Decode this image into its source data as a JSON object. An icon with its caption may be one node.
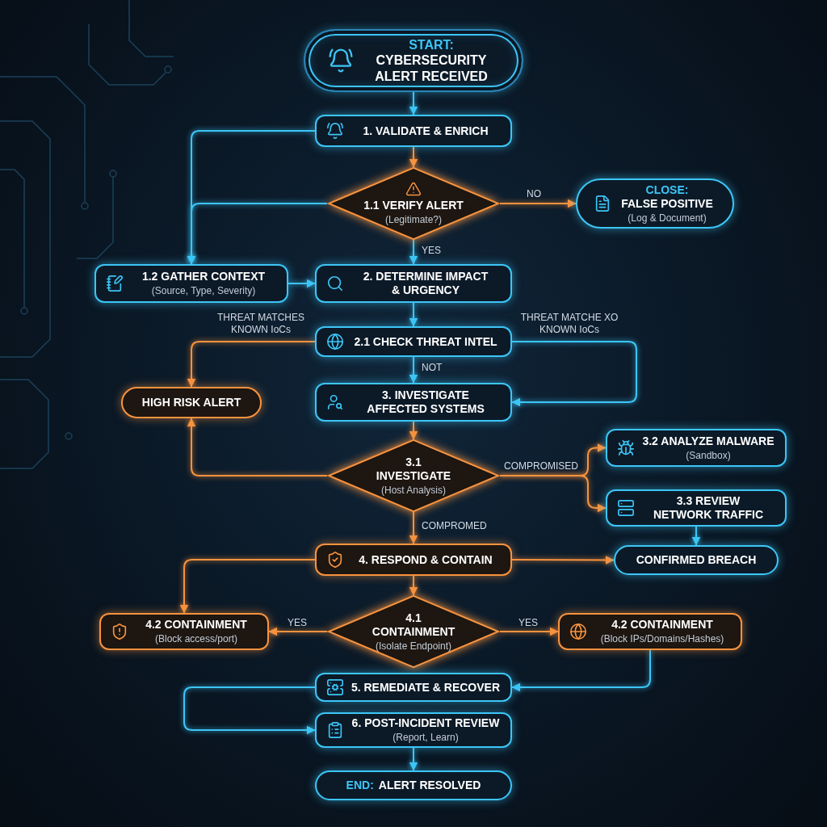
{
  "diagram": {
    "nodes": [
      {
        "text": [
          "START:",
          "CYBERSECURITY ALERT RECEIVED"
        ]
      },
      {
        "text": [
          "1. VALIDATE & ENRICH"
        ]
      },
      {
        "text": [
          "1.1 VERIFY ALERT",
          "(Legitimate?)"
        ]
      },
      {
        "text": [
          "CLOSE:",
          "FALSE POSITIVE",
          "(Log & Document)"
        ]
      },
      {
        "text": [
          "1.2 GATHER CONTEXT",
          "(Source, Type, Severity)"
        ]
      },
      {
        "text": [
          "2. DETERMINE IMPACT & URGENCY"
        ]
      },
      {
        "text": [
          "2.1 CHECK THREAT INTEL"
        ]
      },
      {
        "text": [
          "HIGH RISK ALERT"
        ]
      },
      {
        "text": [
          "3. INVESTIGATE AFFECTED SYSTEMS"
        ]
      },
      {
        "text": [
          "3.1 INVESTIGATE",
          "(Host Analysis)"
        ]
      },
      {
        "text": [
          "3.2 ANALYZE MALWARE",
          "(Sandbox)"
        ]
      },
      {
        "text": [
          "3.3 REVIEW NETWORK TRAFFIC"
        ]
      },
      {
        "text": [
          "4. RESPOND & CONTAIN"
        ]
      },
      {
        "text": [
          "CONFIRMED BREACH"
        ]
      },
      {
        "text": [
          "4.2 CONTAINMENT",
          "(Block access/port)"
        ]
      },
      {
        "text": [
          "4.1 CONTAINMENT",
          "(Isolate Endpoint)"
        ]
      },
      {
        "text": [
          "4.2 CONTAINMENT",
          "(Block IPs/Domains/Hashes)"
        ]
      },
      {
        "text": [
          "5. REMEDIATE & RECOVER"
        ]
      },
      {
        "text": [
          "6. POST-INCIDENT REVIEW",
          "(Report, Learn)"
        ]
      },
      {
        "text": [
          "END:",
          "ALERT RESOLVED"
        ]
      }
    ],
    "edges": [
      {
        "from": 0,
        "to": 1,
        "arrow": "to",
        "color": "#3cc6f7"
      },
      {
        "from": 1,
        "to": 2,
        "arrow": "to"
      },
      {
        "from": 2,
        "to": 3,
        "arrow": "to",
        "label": "NO"
      },
      {
        "from": 2,
        "to": 5,
        "arrow": "to",
        "label": "YES",
        "color": "#3cc6f7"
      },
      {
        "from": 1,
        "to": 4,
        "arrow": "to",
        "color": "#3cc6f7"
      },
      {
        "from": 2,
        "to": 4,
        "arrow": "to",
        "color": "#3cc6f7"
      },
      {
        "from": 4,
        "to": 5,
        "arrow": "to",
        "color": "#3cc6f7"
      },
      {
        "from": 5,
        "to": 6,
        "arrow": "to",
        "color": "#3cc6f7"
      },
      {
        "from": 6,
        "to": 7,
        "arrow": "to",
        "label": "THREAT MATCHES KNOWN IoCs"
      },
      {
        "from": 6,
        "to": 8,
        "arrow": "to",
        "label": "NOT",
        "color": "#3cc6f7"
      },
      {
        "from": 6,
        "to": 8,
        "arrow": "to",
        "label": "THREAT MATCHE XO KNOWN IoCs",
        "color": "#3cc6f7"
      },
      {
        "from": 8,
        "to": 9,
        "arrow": "to"
      },
      {
        "from": 9,
        "to": 7,
        "arrow": "to"
      },
      {
        "from": 9,
        "to": 10,
        "arrow": "to",
        "label": "COMPROMISED"
      },
      {
        "from": 9,
        "to": 11,
        "arrow": "to"
      },
      {
        "from": 11,
        "to": 13,
        "arrow": "to",
        "color": "#3cc6f7"
      },
      {
        "from": 9,
        "to": 12,
        "arrow": "to",
        "label": "COMPROMED"
      },
      {
        "from": 12,
        "to": 13,
        "arrow": "to"
      },
      {
        "from": 12,
        "to": 14,
        "arrow": "to"
      },
      {
        "from": 12,
        "to": 15,
        "arrow": "to"
      },
      {
        "from": 15,
        "to": 14,
        "arrow": "to",
        "label": "YES"
      },
      {
        "from": 15,
        "to": 16,
        "arrow": "to",
        "label": "YES"
      },
      {
        "from": 16,
        "to": 17,
        "arrow": "to",
        "color": "#3cc6f7"
      },
      {
        "from": 17,
        "to": 18,
        "arrow": "to",
        "color": "#3cc6f7"
      },
      {
        "from": 18,
        "to": 19,
        "arrow": "to",
        "color": "#3cc6f7"
      }
    ]
  }
}
